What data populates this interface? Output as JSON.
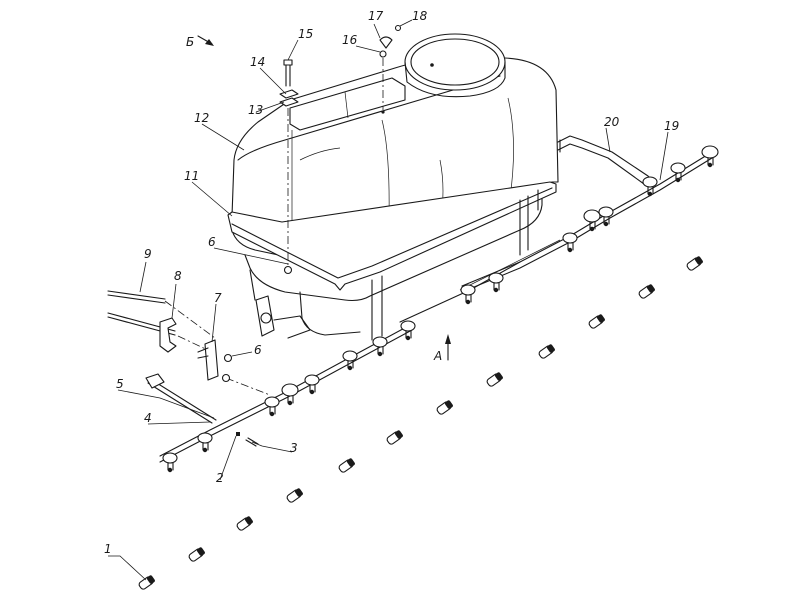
{
  "callouts": {
    "n1": "1",
    "n2": "2",
    "n3": "3",
    "n4": "4",
    "n5": "5",
    "n6a": "6",
    "n6b": "6",
    "n7": "7",
    "n8": "8",
    "n9": "9",
    "n11": "11",
    "n12": "12",
    "n13": "13",
    "n14": "14",
    "n15": "15",
    "n16": "16",
    "n17": "17",
    "n18": "18",
    "n19": "19",
    "n20": "20"
  },
  "views": {
    "view_b": "Б",
    "view_a": "А"
  },
  "colors": {
    "line": "#1a1a1a",
    "background": "#ffffff"
  }
}
